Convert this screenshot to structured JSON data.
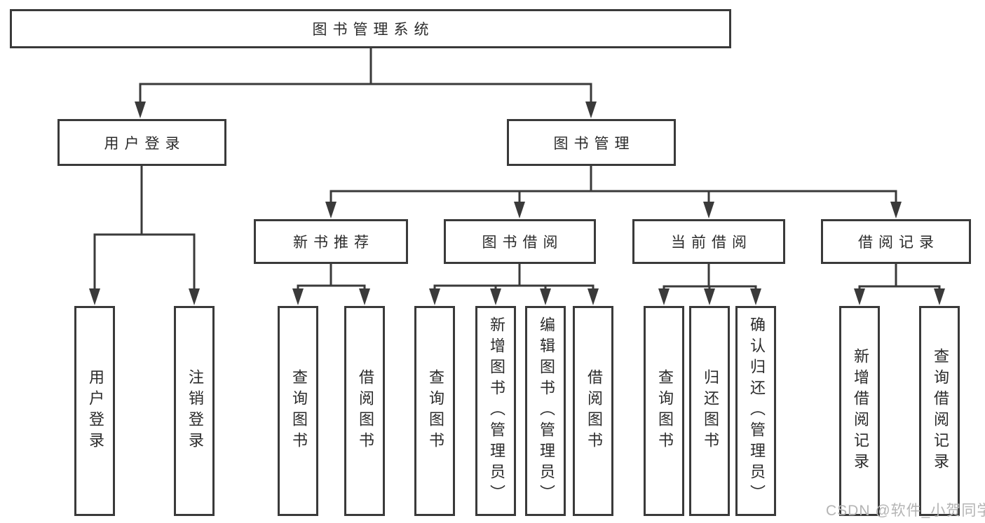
{
  "diagram": {
    "root": {
      "label": "图书管理系统"
    },
    "level2": [
      {
        "label": "用户登录"
      },
      {
        "label": "图书管理"
      }
    ],
    "level3": [
      {
        "label": "新书推荐"
      },
      {
        "label": "图书借阅"
      },
      {
        "label": "当前借阅"
      },
      {
        "label": "借阅记录"
      }
    ],
    "leaves": [
      {
        "label": "用户登录"
      },
      {
        "label": "注销登录"
      },
      {
        "label": "查询图书"
      },
      {
        "label": "借阅图书"
      },
      {
        "label": "查询图书"
      },
      {
        "label": "新增图书（管理员）"
      },
      {
        "label": "编辑图书（管理员）"
      },
      {
        "label": "借阅图书"
      },
      {
        "label": "查询图书"
      },
      {
        "label": "归还图书"
      },
      {
        "label": "确认归还（管理员）"
      },
      {
        "label": "新增借阅记录"
      },
      {
        "label": "查询借阅记录"
      }
    ],
    "edges": [
      {
        "from": "图书管理系统",
        "to": [
          "用户登录",
          "图书管理"
        ]
      },
      {
        "from": "用户登录",
        "to": [
          "用户登录",
          "注销登录"
        ]
      },
      {
        "from": "图书管理",
        "to": [
          "新书推荐",
          "图书借阅",
          "当前借阅",
          "借阅记录"
        ]
      },
      {
        "from": "新书推荐",
        "to": [
          "查询图书",
          "借阅图书"
        ]
      },
      {
        "from": "图书借阅",
        "to": [
          "查询图书",
          "新增图书（管理员）",
          "编辑图书（管理员）",
          "借阅图书"
        ]
      },
      {
        "from": "当前借阅",
        "to": [
          "查询图书",
          "归还图书",
          "确认归还（管理员）"
        ]
      },
      {
        "from": "借阅记录",
        "to": [
          "新增借阅记录",
          "查询借阅记录"
        ]
      }
    ]
  },
  "watermark": {
    "text": "CSDN @软件_小贺同学"
  },
  "colors": {
    "line": "#3a3a3a",
    "box_border": "#3a3a3a",
    "box_fill": "#ffffff",
    "text": "#2b2b2b",
    "watermark": "#b4b4b4",
    "background": "#ffffff"
  }
}
